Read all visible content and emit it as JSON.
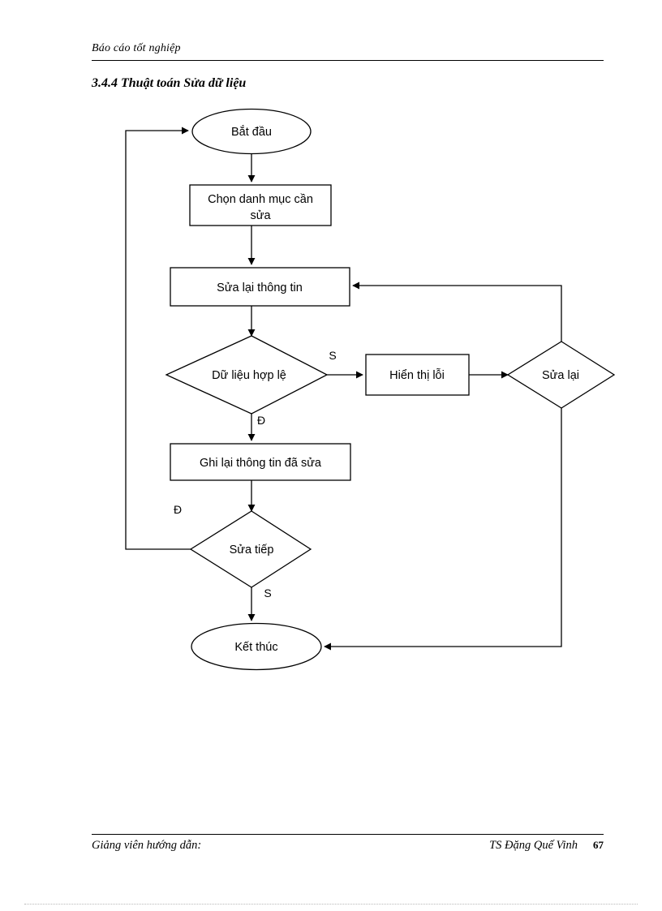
{
  "document": {
    "header_text": "Báo cáo tốt nghiệp",
    "section_title": "3.4.4 Thuật toán Sửa dữ liệu",
    "footer_left": "Giảng viên hướng dẫn:",
    "footer_right": "TS Đặng Quế Vinh",
    "page_number": "67"
  },
  "flowchart": {
    "nodes": {
      "start": "Bắt đầu",
      "choose_category": "Chọn danh mục cần sửa",
      "edit_info": "Sửa lại thông tin",
      "validate": "Dữ liệu hợp lệ",
      "show_error": "Hiển thị lỗi",
      "retry": "Sửa lại",
      "save_info": "Ghi lại thông tin đã sửa",
      "continue_edit": "Sửa tiếp",
      "end": "Kết thúc"
    },
    "branch_labels": {
      "validate_yes": "S",
      "validate_no": "Đ",
      "continue_yes": "Đ",
      "continue_no": "S"
    },
    "line_color": "#000000",
    "fill_color": "#ffffff"
  }
}
